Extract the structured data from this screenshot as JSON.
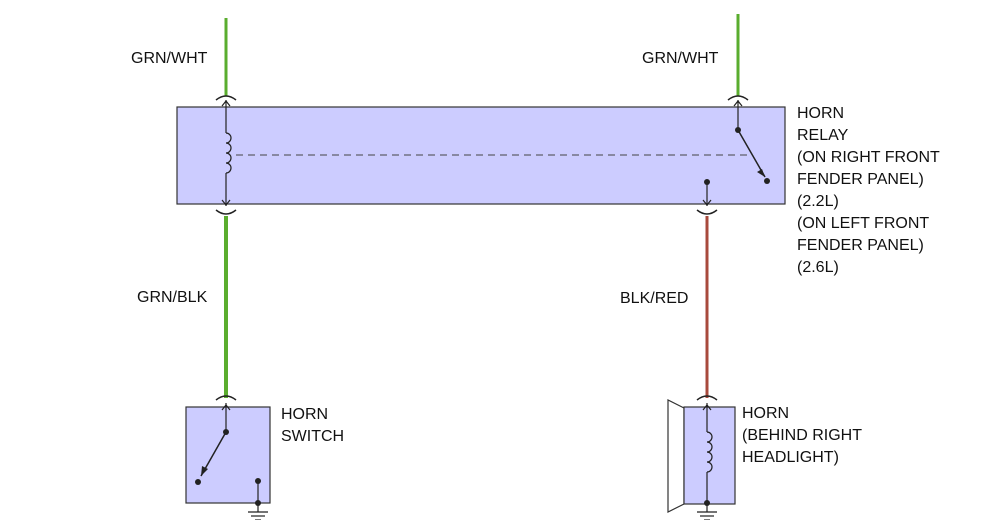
{
  "wires": {
    "left_top": "GRN/WHT",
    "right_top": "GRN/WHT",
    "left_bottom": "GRN/BLK",
    "right_bottom": "BLK/RED"
  },
  "components": {
    "relay": {
      "lines": [
        "HORN",
        "RELAY",
        "(ON RIGHT FRONT",
        "FENDER PANEL)",
        "(2.2L)",
        "(ON LEFT FRONT",
        "FENDER PANEL)",
        "(2.6L)"
      ]
    },
    "switch": {
      "lines": [
        "HORN",
        "SWITCH"
      ]
    },
    "horn": {
      "lines": [
        "HORN",
        "(BEHIND RIGHT",
        "HEADLIGHT)"
      ]
    }
  },
  "colors": {
    "component_fill": "#ccccff",
    "wire_green": "#5aad2e",
    "wire_red": "#a84a3c",
    "line": "#222222"
  }
}
